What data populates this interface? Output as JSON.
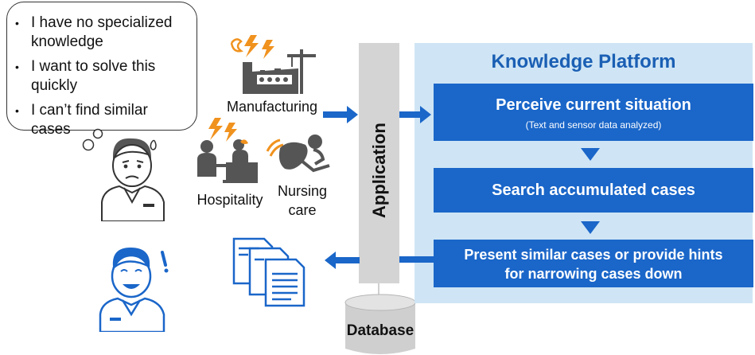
{
  "worries": [
    "I have no specialized knowledge",
    "I want to solve this quickly",
    "I can’t find similar cases"
  ],
  "fields": {
    "manufacturing": "Manufacturing",
    "hospitality": "Hospitality",
    "nursing_line1": "Nursing",
    "nursing_line2": "care"
  },
  "application_label": "Application",
  "database_label": "Database",
  "platform": {
    "title": "Knowledge Platform",
    "step1": {
      "title": "Perceive current situation",
      "note": "(Text and sensor data analyzed)"
    },
    "step2": {
      "title": "Search accumulated cases"
    },
    "step3": {
      "line1": "Present similar cases or provide hints",
      "line2": "for narrowing cases down"
    }
  },
  "colors": {
    "accent_blue": "#1a66c9",
    "title_blue": "#1a5fb4",
    "platform_bg": "#cfe5f5",
    "app_gray": "#d4d4d4",
    "warning_orange": "#f0921e"
  },
  "icons": [
    "thought-bubble-icon",
    "worried-person-icon",
    "happy-person-icon",
    "factory-icon",
    "hotel-reception-icon",
    "elderly-care-icon",
    "documents-icon",
    "database-cylinder-icon",
    "lightning-icon"
  ]
}
